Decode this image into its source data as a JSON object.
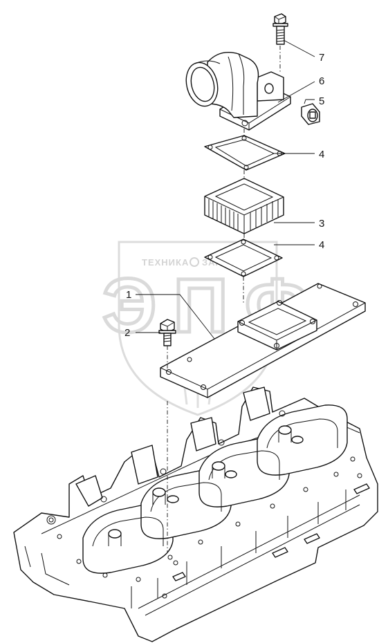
{
  "watermark": {
    "left_text": "ТЕХНИКА",
    "right_text": "ЗАПЧАСТИ",
    "big_letters": "ЭПФ"
  },
  "callouts": [
    {
      "id": "7",
      "label": "7"
    },
    {
      "id": "6",
      "label": "6"
    },
    {
      "id": "5",
      "label": "5"
    },
    {
      "id": "4a",
      "label": "4"
    },
    {
      "id": "3",
      "label": "3"
    },
    {
      "id": "4b",
      "label": "4"
    },
    {
      "id": "1",
      "label": "1"
    },
    {
      "id": "2",
      "label": "2"
    }
  ],
  "colors": {
    "line": "#111111",
    "watermark": "#d0d0d0",
    "background": "#ffffff"
  }
}
